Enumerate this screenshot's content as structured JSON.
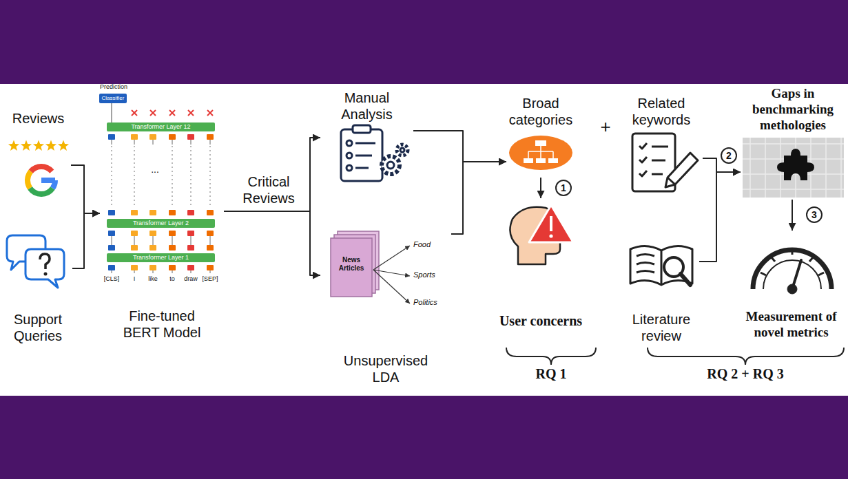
{
  "diagram": {
    "nodes": [
      {
        "text": [
          "Reviews"
        ]
      },
      {
        "text": [
          "Support Queries"
        ]
      },
      {
        "text": [
          "Fine-tuned BERT Model"
        ]
      },
      {
        "text": [
          "Manual Analysis"
        ]
      },
      {
        "text": [
          "Unsupervised LDA"
        ]
      },
      {
        "text": [
          "Broad categories"
        ]
      },
      {
        "text": [
          "User concerns"
        ]
      },
      {
        "text": [
          "Related keywords"
        ]
      },
      {
        "text": [
          "Literature review"
        ]
      },
      {
        "text": [
          "Gaps in benchmarking methologies"
        ]
      },
      {
        "text": [
          "Measurement of novel metrics"
        ]
      }
    ],
    "edges": [
      {
        "from": 0,
        "to": 2,
        "arrow": "to"
      },
      {
        "from": 1,
        "to": 2,
        "arrow": "to"
      },
      {
        "from": 2,
        "to": 3,
        "label": "Critical Reviews",
        "arrow": "to"
      },
      {
        "from": 2,
        "to": 4,
        "arrow": "to"
      },
      {
        "from": 3,
        "to": 5,
        "arrow": "to"
      },
      {
        "from": 4,
        "to": 5,
        "arrow": "to"
      },
      {
        "from": 5,
        "to": 6,
        "arrow": "to"
      },
      {
        "from": 7,
        "to": 9,
        "arrow": "to"
      },
      {
        "from": 8,
        "to": 9,
        "arrow": "to"
      },
      {
        "from": 9,
        "to": 10,
        "arrow": "to"
      }
    ],
    "labels": [
      "Prediction",
      "Classifier",
      "Transformer Layer 12",
      "...",
      "Transformer Layer 2",
      "Transformer Layer 1",
      "[CLS]",
      "I",
      "like",
      "to",
      "draw",
      "[SEP]",
      "News Articles",
      "Food",
      "Sports",
      "Politics",
      "1",
      "+",
      "2",
      "3",
      "RQ 1",
      "RQ 2 + RQ 3"
    ]
  }
}
